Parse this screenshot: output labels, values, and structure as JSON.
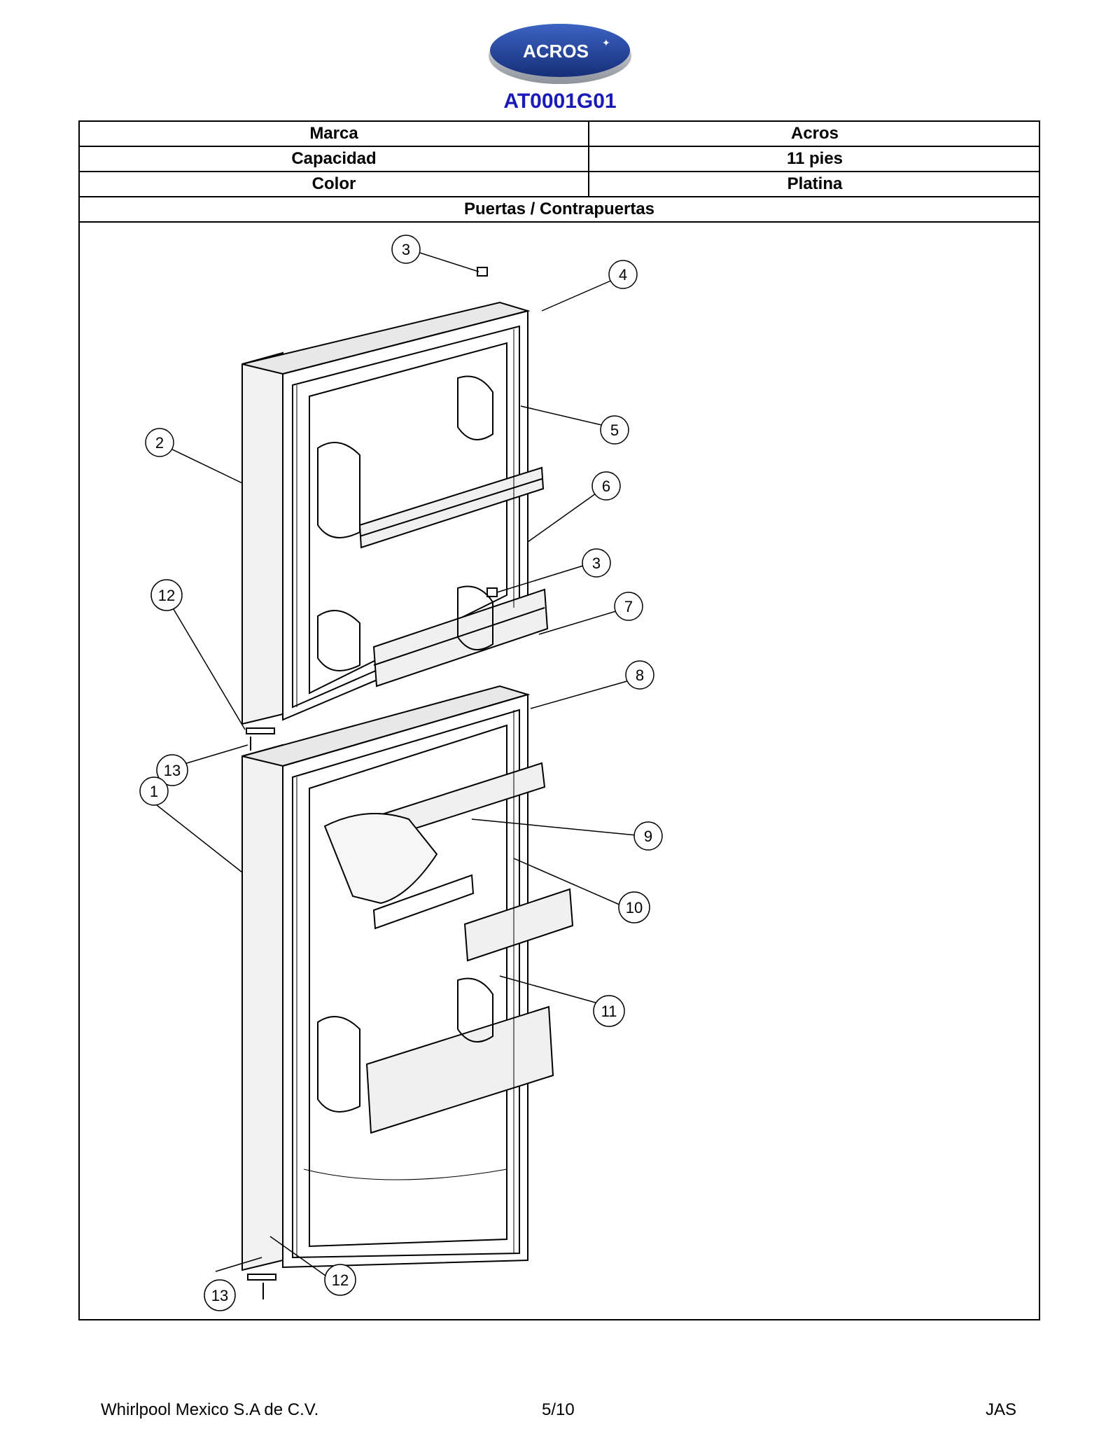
{
  "logo": {
    "text": "ACROS",
    "colors": {
      "navy": "#1d3a8c",
      "silver": "#b8bcc4"
    }
  },
  "model_code": "AT0001G01",
  "specs": [
    {
      "label": "Marca",
      "value": "Acros"
    },
    {
      "label": "Capacidad",
      "value": "11 pies"
    },
    {
      "label": "Color",
      "value": "Platina"
    }
  ],
  "section_title": "Puertas / Contrapuertas",
  "callouts": [
    "3",
    "4",
    "2",
    "5",
    "6",
    "3",
    "12",
    "7",
    "8",
    "13",
    "1",
    "9",
    "10",
    "11",
    "12",
    "13"
  ],
  "footer": {
    "company": "Whirlpool Mexico S.A de C.V.",
    "page": "5/10",
    "initials": "JAS"
  },
  "colors": {
    "model": "#1a1ab8",
    "line": "#000000"
  }
}
